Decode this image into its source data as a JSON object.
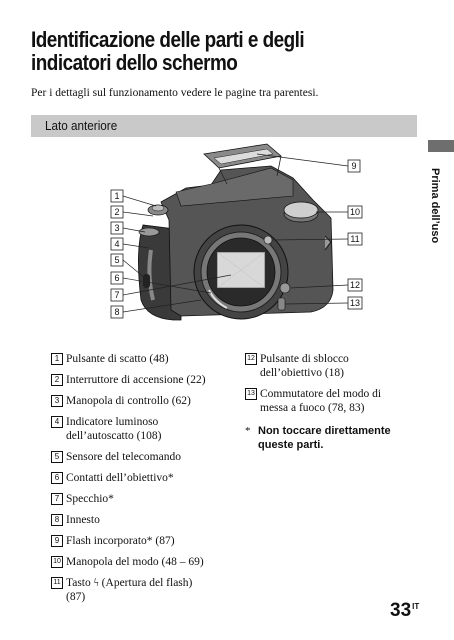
{
  "heading": {
    "line1": "Identificazione delle parti e degli",
    "line2": "indicatori dello schermo"
  },
  "intro": "Per i dettagli sul funzionamento vedere le pagine tra parentesi.",
  "section_title": "Lato anteriore",
  "side_label": "Prima dell’uso",
  "callouts": [
    "1",
    "2",
    "3",
    "4",
    "5",
    "6",
    "7",
    "8",
    "9",
    "10",
    "11",
    "12",
    "13"
  ],
  "legend_left": [
    {
      "num": "1",
      "lines": [
        "Pulsante di scatto (48)"
      ]
    },
    {
      "num": "2",
      "lines": [
        "Interruttore di accensione (22)"
      ]
    },
    {
      "num": "3",
      "lines": [
        "Manopola di controllo (62)"
      ]
    },
    {
      "num": "4",
      "lines": [
        "Indicatore luminoso",
        "dell’autoscatto (108)"
      ]
    },
    {
      "num": "5",
      "lines": [
        "Sensore del telecomando"
      ]
    },
    {
      "num": "6",
      "lines": [
        "Contatti dell’obiettivo*"
      ]
    },
    {
      "num": "7",
      "lines": [
        "Specchio*"
      ]
    },
    {
      "num": "8",
      "lines": [
        "Innesto"
      ]
    },
    {
      "num": "9",
      "lines": [
        "Flash incorporato* (87)"
      ]
    },
    {
      "num": "10",
      "lines": [
        "Manopola del modo (48 – 69)"
      ]
    },
    {
      "num": "11",
      "lines": [
        "Tasto ϟ (Apertura del flash)",
        "(87)"
      ]
    }
  ],
  "legend_right": [
    {
      "num": "12",
      "lines": [
        "Pulsante di sblocco",
        "dell’obiettivo (18)"
      ]
    },
    {
      "num": "13",
      "lines": [
        "Commutatore del modo di",
        "messa a fuoco (78, 83)"
      ]
    }
  ],
  "note": {
    "star": "*",
    "lines": [
      "Non toccare direttamente",
      "queste parti."
    ]
  },
  "page_number": {
    "value": "33",
    "suffix": "IT"
  }
}
